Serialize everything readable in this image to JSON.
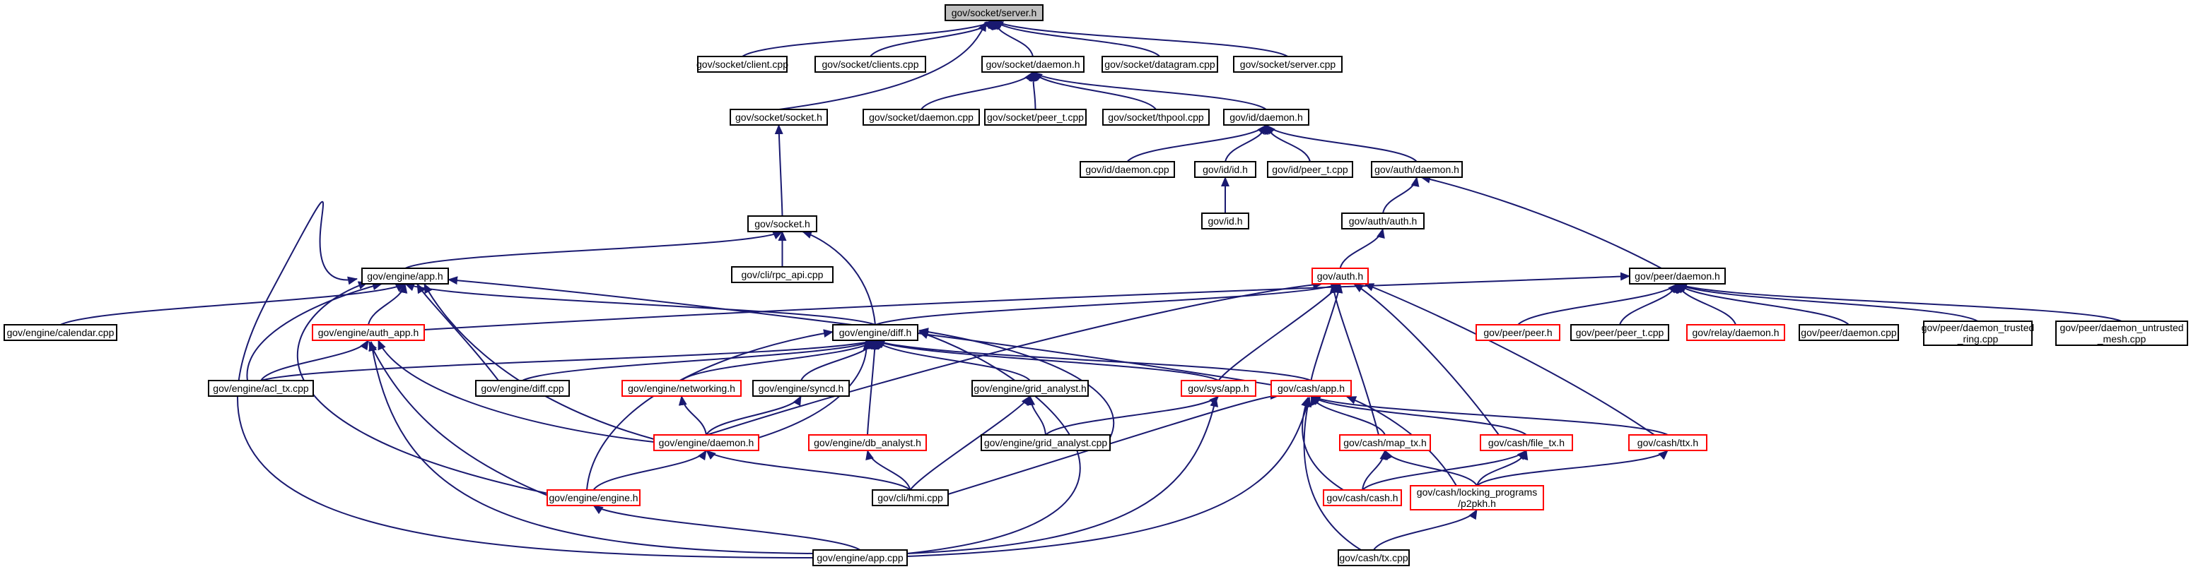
{
  "graph": {
    "nodes": [
      {
        "id": "srv_h",
        "lines": [
          "gov/socket/server.h"
        ],
        "style": "root"
      },
      {
        "id": "client_cpp",
        "lines": [
          "gov/socket/client.cpp"
        ]
      },
      {
        "id": "clients_cpp",
        "lines": [
          "gov/socket/clients.cpp"
        ]
      },
      {
        "id": "sdaemon_h",
        "lines": [
          "gov/socket/daemon.h"
        ]
      },
      {
        "id": "datagram_cpp",
        "lines": [
          "gov/socket/datagram.cpp"
        ]
      },
      {
        "id": "server_cpp",
        "lines": [
          "gov/socket/server.cpp"
        ]
      },
      {
        "id": "ssocket_h",
        "lines": [
          "gov/socket/socket.h"
        ]
      },
      {
        "id": "sdaemon_cpp",
        "lines": [
          "gov/socket/daemon.cpp"
        ]
      },
      {
        "id": "speer_cpp",
        "lines": [
          "gov/socket/peer_t.cpp"
        ]
      },
      {
        "id": "thpool_cpp",
        "lines": [
          "gov/socket/thpool.cpp"
        ]
      },
      {
        "id": "iddaemon_h",
        "lines": [
          "gov/id/daemon.h"
        ]
      },
      {
        "id": "iddaemon_cpp",
        "lines": [
          "gov/id/daemon.cpp"
        ]
      },
      {
        "id": "idid_h",
        "lines": [
          "gov/id/id.h"
        ]
      },
      {
        "id": "idpeer_cpp",
        "lines": [
          "gov/id/peer_t.cpp"
        ]
      },
      {
        "id": "authdaemon_h",
        "lines": [
          "gov/auth/daemon.h"
        ]
      },
      {
        "id": "id_h",
        "lines": [
          "gov/id.h"
        ]
      },
      {
        "id": "authauth_h",
        "lines": [
          "gov/auth/auth.h"
        ]
      },
      {
        "id": "socket_h",
        "lines": [
          "gov/socket.h"
        ]
      },
      {
        "id": "rpc_cpp",
        "lines": [
          "gov/cli/rpc_api.cpp"
        ]
      },
      {
        "id": "auth_h",
        "lines": [
          "gov/auth.h"
        ],
        "style": "red"
      },
      {
        "id": "peerdaemon_h",
        "lines": [
          "gov/peer/daemon.h"
        ]
      },
      {
        "id": "engapp_h",
        "lines": [
          "gov/engine/app.h"
        ]
      },
      {
        "id": "calendar_cpp",
        "lines": [
          "gov/engine/calendar.cpp"
        ]
      },
      {
        "id": "authapp_h",
        "lines": [
          "gov/engine/auth_app.h"
        ],
        "style": "red"
      },
      {
        "id": "diff_h",
        "lines": [
          "gov/engine/diff.h"
        ]
      },
      {
        "id": "peerpeer_h",
        "lines": [
          "gov/peer/peer.h"
        ],
        "style": "red"
      },
      {
        "id": "peerpeer_cpp",
        "lines": [
          "gov/peer/peer_t.cpp"
        ]
      },
      {
        "id": "relay_h",
        "lines": [
          "gov/relay/daemon.h"
        ],
        "style": "red"
      },
      {
        "id": "peerdaemon_cpp",
        "lines": [
          "gov/peer/daemon.cpp"
        ]
      },
      {
        "id": "trusted_cpp",
        "lines": [
          "gov/peer/daemon_trusted",
          "_ring.cpp"
        ]
      },
      {
        "id": "untrusted_cpp",
        "lines": [
          "gov/peer/daemon_untrusted",
          "_mesh.cpp"
        ]
      },
      {
        "id": "acltx_cpp",
        "lines": [
          "gov/engine/acl_tx.cpp"
        ]
      },
      {
        "id": "diff_cpp",
        "lines": [
          "gov/engine/diff.cpp"
        ]
      },
      {
        "id": "networking_h",
        "lines": [
          "gov/engine/networking.h"
        ],
        "style": "red"
      },
      {
        "id": "syncd_h",
        "lines": [
          "gov/engine/syncd.h"
        ]
      },
      {
        "id": "grid_h",
        "lines": [
          "gov/engine/grid_analyst.h"
        ]
      },
      {
        "id": "sysapp_h",
        "lines": [
          "gov/sys/app.h"
        ],
        "style": "red"
      },
      {
        "id": "cashapp_h",
        "lines": [
          "gov/cash/app.h"
        ],
        "style": "red"
      },
      {
        "id": "engdaemon_h",
        "lines": [
          "gov/engine/daemon.h"
        ],
        "style": "red"
      },
      {
        "id": "dbanalyst_h",
        "lines": [
          "gov/engine/db_analyst.h"
        ],
        "style": "red"
      },
      {
        "id": "grid_cpp",
        "lines": [
          "gov/engine/grid_analyst.cpp"
        ]
      },
      {
        "id": "maptx_h",
        "lines": [
          "gov/cash/map_tx.h"
        ],
        "style": "red"
      },
      {
        "id": "filetx_h",
        "lines": [
          "gov/cash/file_tx.h"
        ],
        "style": "red"
      },
      {
        "id": "ttx_h",
        "lines": [
          "gov/cash/ttx.h"
        ],
        "style": "red"
      },
      {
        "id": "engine_h",
        "lines": [
          "gov/engine/engine.h"
        ],
        "style": "red"
      },
      {
        "id": "hmi_cpp",
        "lines": [
          "gov/cli/hmi.cpp"
        ]
      },
      {
        "id": "cash_h",
        "lines": [
          "gov/cash/cash.h"
        ],
        "style": "red"
      },
      {
        "id": "p2pkh_h",
        "lines": [
          "gov/cash/locking_programs",
          "/p2pkh.h"
        ],
        "style": "red"
      },
      {
        "id": "engapp_cpp",
        "lines": [
          "gov/engine/app.cpp"
        ]
      },
      {
        "id": "cashtx_cpp",
        "lines": [
          "gov/cash/tx.cpp"
        ]
      }
    ],
    "edges": [
      [
        "client_cpp",
        "srv_h"
      ],
      [
        "clients_cpp",
        "srv_h"
      ],
      [
        "sdaemon_h",
        "srv_h"
      ],
      [
        "datagram_cpp",
        "srv_h"
      ],
      [
        "server_cpp",
        "srv_h"
      ],
      [
        "ssocket_h",
        "srv_h"
      ],
      [
        "sdaemon_cpp",
        "sdaemon_h"
      ],
      [
        "speer_cpp",
        "sdaemon_h"
      ],
      [
        "thpool_cpp",
        "sdaemon_h"
      ],
      [
        "iddaemon_h",
        "sdaemon_h"
      ],
      [
        "iddaemon_cpp",
        "iddaemon_h"
      ],
      [
        "idid_h",
        "iddaemon_h"
      ],
      [
        "idpeer_cpp",
        "iddaemon_h"
      ],
      [
        "authdaemon_h",
        "iddaemon_h"
      ],
      [
        "id_h",
        "idid_h"
      ],
      [
        "authauth_h",
        "authdaemon_h"
      ],
      [
        "peerdaemon_h",
        "authdaemon_h"
      ],
      [
        "auth_h",
        "authauth_h"
      ],
      [
        "socket_h",
        "ssocket_h"
      ],
      [
        "engapp_h",
        "socket_h"
      ],
      [
        "rpc_cpp",
        "socket_h"
      ],
      [
        "diff_h",
        "socket_h"
      ],
      [
        "calendar_cpp",
        "engapp_h"
      ],
      [
        "authapp_h",
        "engapp_h"
      ],
      [
        "diff_h",
        "engapp_h"
      ],
      [
        "acltx_cpp",
        "engapp_h"
      ],
      [
        "diff_cpp",
        "engapp_h"
      ],
      [
        "engdaemon_h",
        "engapp_h"
      ],
      [
        "cashapp_h",
        "engapp_h"
      ],
      [
        "engine_h",
        "engapp_h"
      ],
      [
        "engapp_cpp",
        "engapp_h"
      ],
      [
        "peerpeer_h",
        "peerdaemon_h"
      ],
      [
        "peerpeer_cpp",
        "peerdaemon_h"
      ],
      [
        "relay_h",
        "peerdaemon_h"
      ],
      [
        "peerdaemon_cpp",
        "peerdaemon_h"
      ],
      [
        "trusted_cpp",
        "peerdaemon_h"
      ],
      [
        "untrusted_cpp",
        "peerdaemon_h"
      ],
      [
        "authapp_h",
        "peerdaemon_h"
      ],
      [
        "diff_h",
        "auth_h"
      ],
      [
        "sysapp_h",
        "auth_h"
      ],
      [
        "cashapp_h",
        "auth_h"
      ],
      [
        "maptx_h",
        "auth_h"
      ],
      [
        "filetx_h",
        "auth_h"
      ],
      [
        "ttx_h",
        "auth_h"
      ],
      [
        "engdaemon_h",
        "auth_h"
      ],
      [
        "acltx_cpp",
        "authapp_h"
      ],
      [
        "engdaemon_h",
        "authapp_h"
      ],
      [
        "engine_h",
        "authapp_h"
      ],
      [
        "engapp_cpp",
        "authapp_h"
      ],
      [
        "acltx_cpp",
        "diff_h"
      ],
      [
        "diff_cpp",
        "diff_h"
      ],
      [
        "networking_h",
        "diff_h"
      ],
      [
        "syncd_h",
        "diff_h"
      ],
      [
        "grid_h",
        "diff_h"
      ],
      [
        "sysapp_h",
        "diff_h"
      ],
      [
        "cashapp_h",
        "diff_h"
      ],
      [
        "dbanalyst_h",
        "diff_h"
      ],
      [
        "engdaemon_h",
        "diff_h"
      ],
      [
        "grid_cpp",
        "diff_h"
      ],
      [
        "engine_h",
        "diff_h"
      ],
      [
        "engapp_cpp",
        "diff_h"
      ],
      [
        "engdaemon_h",
        "networking_h"
      ],
      [
        "engdaemon_h",
        "syncd_h"
      ],
      [
        "grid_cpp",
        "grid_h"
      ],
      [
        "hmi_cpp",
        "grid_h"
      ],
      [
        "grid_cpp",
        "sysapp_h"
      ],
      [
        "engapp_cpp",
        "sysapp_h"
      ],
      [
        "maptx_h",
        "cashapp_h"
      ],
      [
        "filetx_h",
        "cashapp_h"
      ],
      [
        "ttx_h",
        "cashapp_h"
      ],
      [
        "cash_h",
        "cashapp_h"
      ],
      [
        "p2pkh_h",
        "cashapp_h"
      ],
      [
        "hmi_cpp",
        "cashapp_h"
      ],
      [
        "engapp_cpp",
        "cashapp_h"
      ],
      [
        "cashtx_cpp",
        "cashapp_h"
      ],
      [
        "engine_h",
        "engdaemon_h"
      ],
      [
        "hmi_cpp",
        "engdaemon_h"
      ],
      [
        "hmi_cpp",
        "dbanalyst_h"
      ],
      [
        "cash_h",
        "maptx_h"
      ],
      [
        "p2pkh_h",
        "maptx_h"
      ],
      [
        "cash_h",
        "filetx_h"
      ],
      [
        "p2pkh_h",
        "filetx_h"
      ],
      [
        "p2pkh_h",
        "ttx_h"
      ],
      [
        "engapp_cpp",
        "engine_h"
      ],
      [
        "cashtx_cpp",
        "p2pkh_h"
      ]
    ]
  }
}
